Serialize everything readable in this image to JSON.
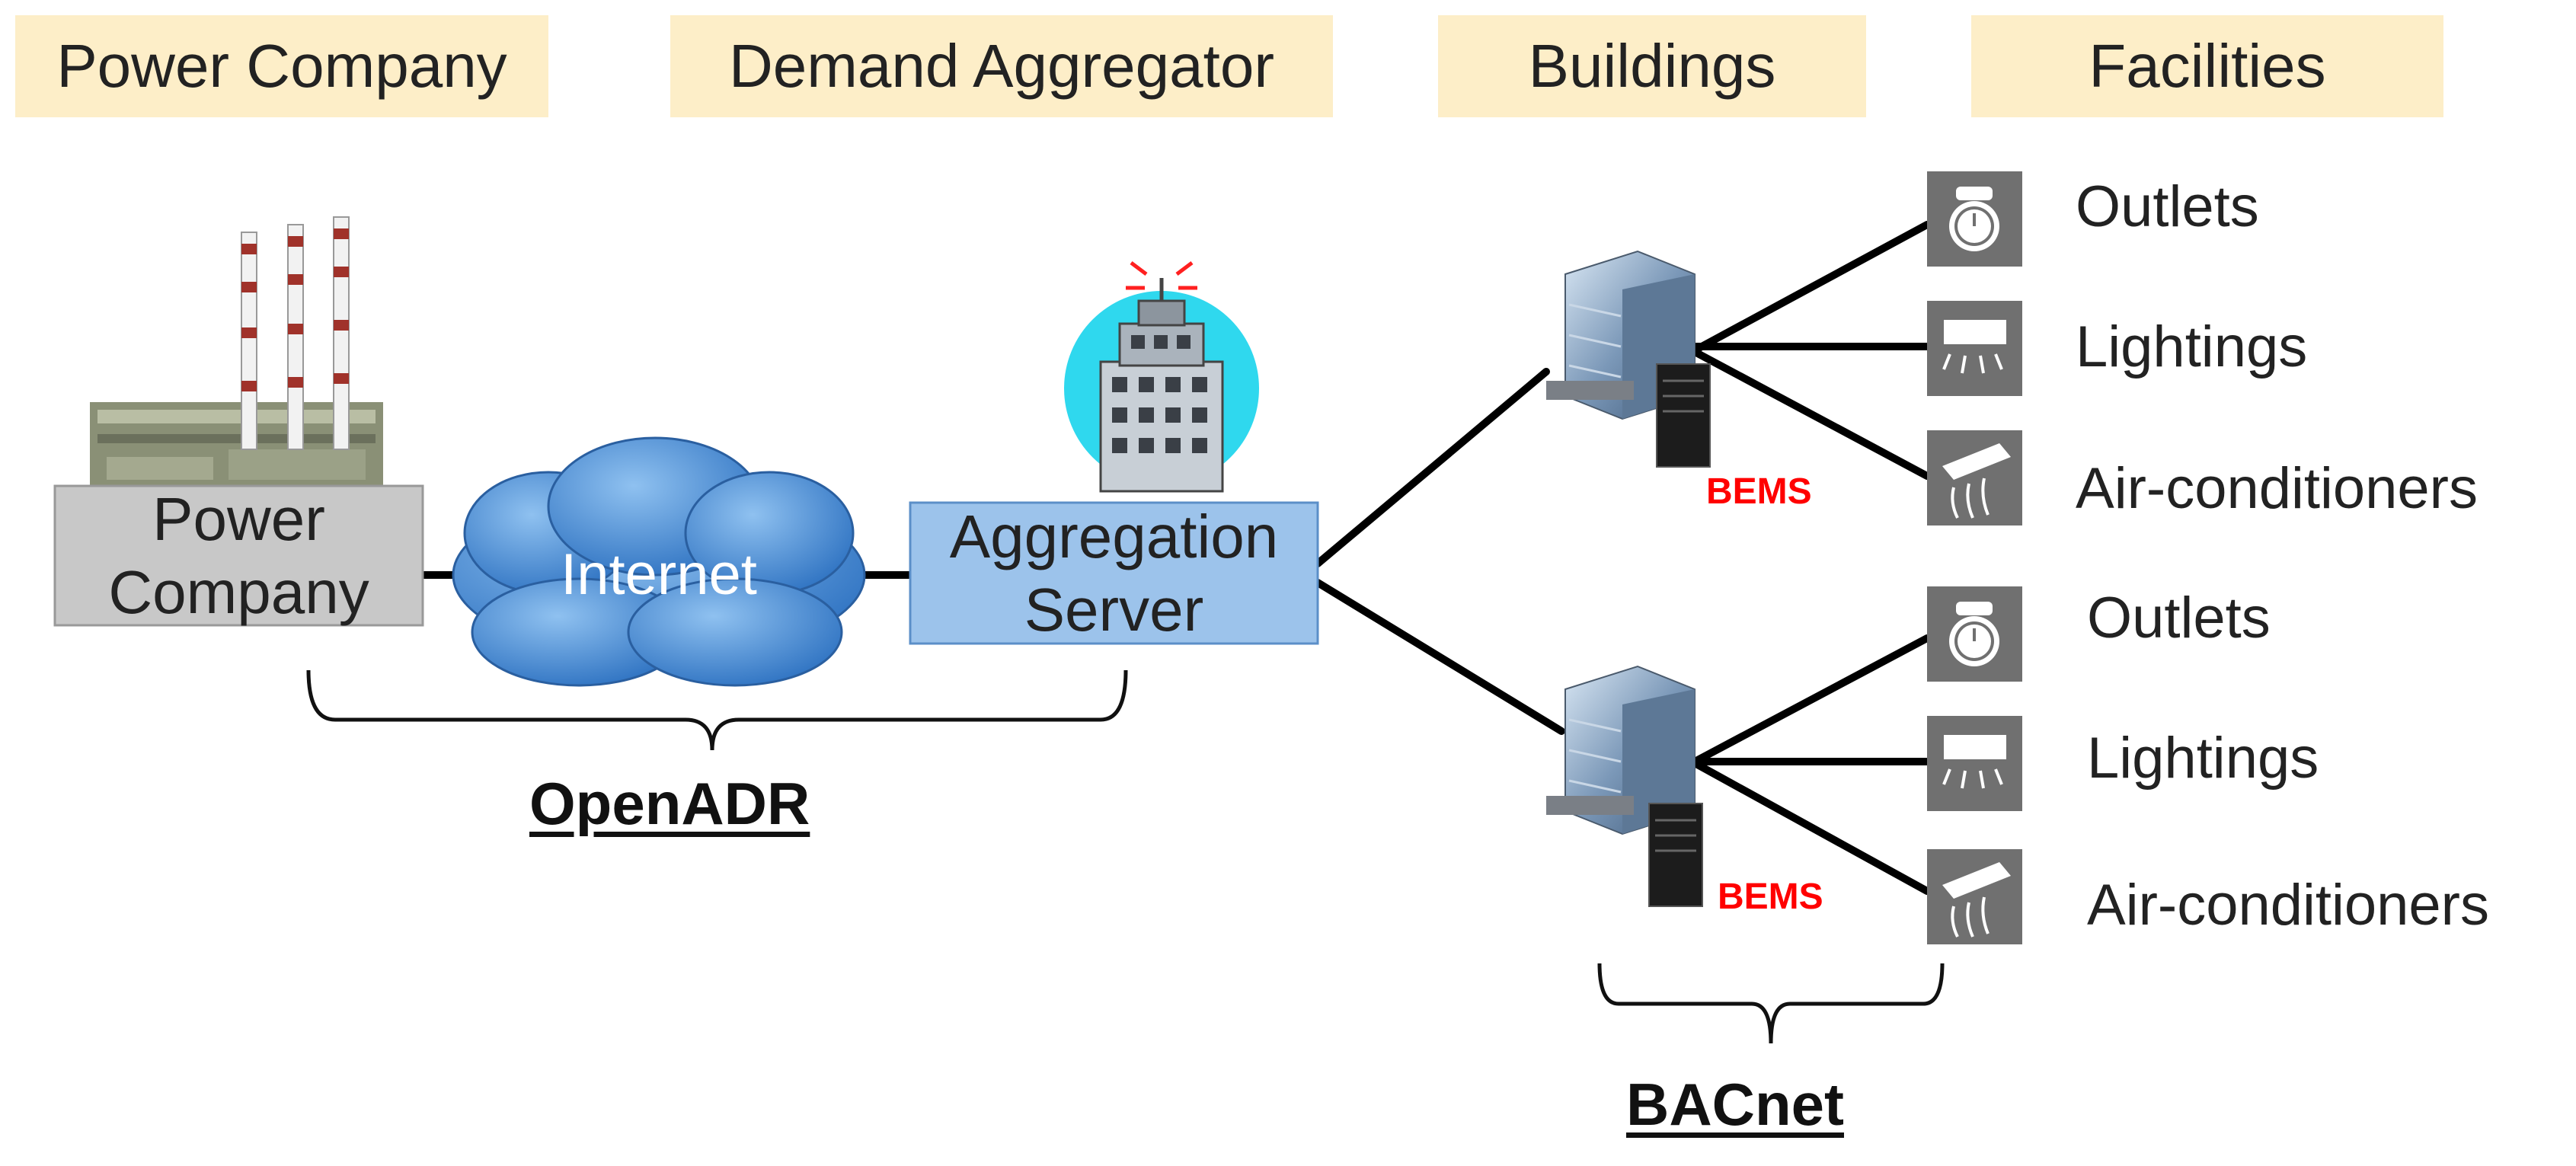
{
  "headers": {
    "power_company": "Power Company",
    "demand_aggregator": "Demand Aggregator",
    "buildings": "Buildings",
    "facilities": "Facilities"
  },
  "nodes": {
    "power_company_box": "Power Company",
    "internet": "Internet",
    "aggregation_server": "Aggregation Server",
    "bems_1": "BEMS",
    "bems_2": "BEMS"
  },
  "facilities_group_1": {
    "outlets": "Outlets",
    "lightings": "Lightings",
    "air_conditioners": "Air-conditioners"
  },
  "facilities_group_2": {
    "outlets": "Outlets",
    "lightings": "Lightings",
    "air_conditioners": "Air-conditioners"
  },
  "protocols": {
    "openadr": "OpenADR",
    "bacnet": "BACnet"
  },
  "icons": {
    "power_plant": "factory-smokestack-icon",
    "aggregator_building": "radio-building-icon",
    "office_building": "office-building-icon",
    "outlet": "outlet-timer-icon",
    "lighting": "ceiling-light-icon",
    "air_conditioner": "air-conditioner-icon"
  },
  "colors": {
    "header_bg": "#fdeec8",
    "power_box": "#c8c8c8",
    "internet_cloud": "#4a8fd6",
    "server_box": "#9cc3eb",
    "bems_text": "#ff0000",
    "icon_bg": "#707070"
  }
}
